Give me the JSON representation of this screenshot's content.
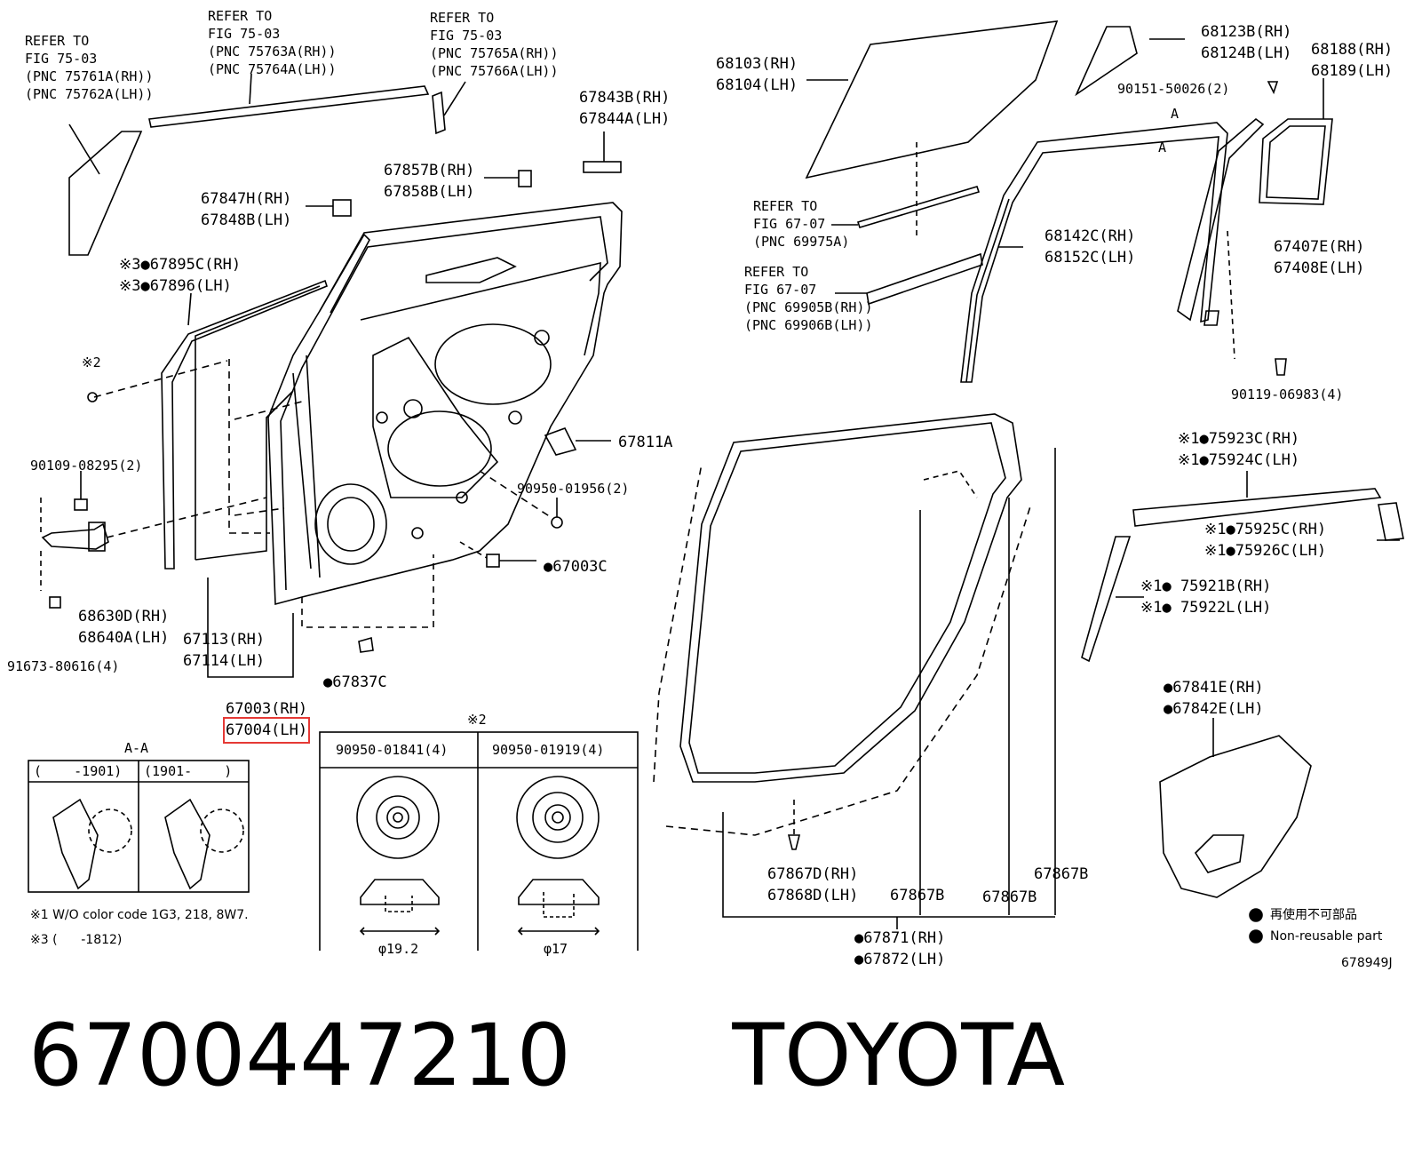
{
  "refer_labels": [
    "REFER TO\nFIG 75-03\n(PNC 75761A(RH))\n(PNC 75762A(LH))",
    "REFER TO\nFIG 75-03\n(PNC 75763A(RH))\n(PNC 75764A(LH))",
    "REFER TO\nFIG 75-03\n(PNC 75765A(RH))\n(PNC 75766A(LH))",
    "REFER TO\nFIG 67-07\n(PNC 69975A)",
    "REFER TO\nFIG 67-07\n(PNC 69905B(RH))\n(PNC 69906B(LH))"
  ],
  "part_labels": {
    "p67843": "67843B(RH)\n67844A(LH)",
    "p67857": "67857B(RH)\n67858B(LH)",
    "p67847": "67847H(RH)\n67848B(LH)",
    "p67895": "※3●67895C(RH)\n※3●67896(LH)",
    "p_mark2_left": "※2",
    "p90109": "90109-08295(2)",
    "p67811": "67811A",
    "p90950_01956": "90950-01956(2)",
    "p67003c": "●67003C",
    "p68630": "68630D(RH)\n68640A(LH)",
    "p91673": "91673-80616(4)",
    "p67113": "67113(RH)\n67114(LH)",
    "p67837": "●67837C",
    "p67003_rh": "67003(RH)",
    "p67004_lh": "67004(LH)",
    "p68103": "68103(RH)\n68104(LH)",
    "p68123": "68123B(RH)\n68124B(LH)",
    "p68188": "68188(RH)\n68189(LH)",
    "p90151": "90151-50026(2)",
    "p_a1": "A",
    "p_a2": "A",
    "p68142": "68142C(RH)\n68152C(LH)",
    "p67407": "67407E(RH)\n67408E(LH)",
    "p90119": "90119-06983(4)",
    "p75923": "※1●75923C(RH)\n※1●75924C(LH)",
    "p75925": "※1●75925C(RH)\n※1●75926C(LH)",
    "p75921": "※1● 75921B(RH)\n※1● 75922L(LH)",
    "p67841": "●67841E(RH)\n●67842E(LH)",
    "p67867d": "67867D(RH)\n67868D(LH)",
    "p67867b_1": "67867B",
    "p67867b_2": "67867B",
    "p67867b_3": "67867B",
    "p67871": "●67871(RH)\n●67872(LH)"
  },
  "section_aa": {
    "title": "A-A",
    "col1": "(    -1901)",
    "col2": "(1901-    )"
  },
  "fastener_table": {
    "mark": "※2",
    "col1_header": "90950-01841(4)",
    "col2_header": "90950-01919(4)",
    "col1_dim": "φ19.2",
    "col2_dim": "φ17"
  },
  "notes": {
    "note1": "※1 W/O color code 1G3, 218, 8W7.",
    "note3": "※3 (      -1812)",
    "legend_jp": "再使用不可部品",
    "legend_en": "Non-reusable part",
    "figure_code": "678949J"
  },
  "footer": {
    "part_number": "6700447210",
    "brand": "TOYOTA"
  },
  "colors": {
    "line": "#000000",
    "highlight": "#e53935",
    "background": "#ffffff"
  }
}
